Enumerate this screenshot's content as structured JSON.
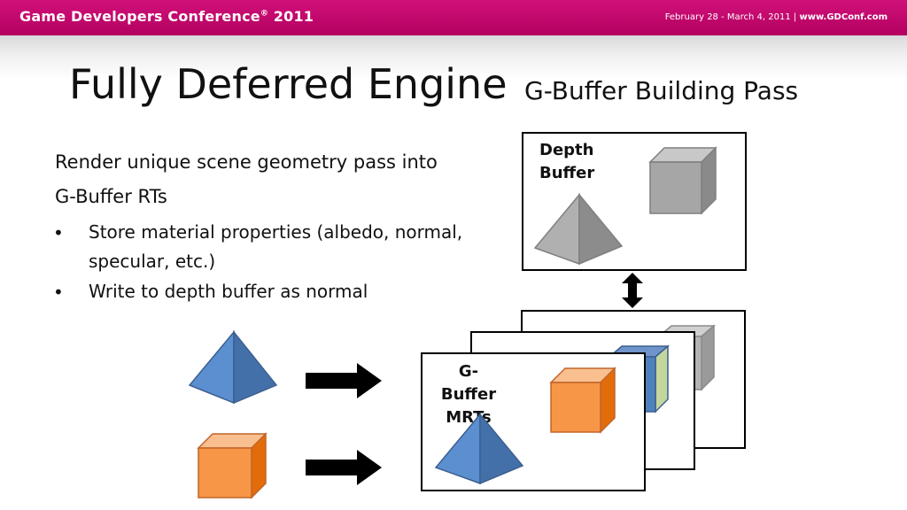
{
  "header": {
    "conference": "Game Developers Conference",
    "registered_mark": "®",
    "year": "2011",
    "dates": "February 28 - March 4, 2011",
    "separator": "|",
    "url": "www.GDConf.com"
  },
  "slide": {
    "title": "Fully Deferred Engine",
    "subtitle": "G-Buffer Building Pass"
  },
  "body": {
    "line1": "Render unique scene geometry pass into",
    "line2": "G-Buffer RTs",
    "bullets": [
      {
        "marker": "•",
        "line1": "Store material properties (albedo, normal,",
        "line2": "specular, etc.)"
      },
      {
        "marker": "•",
        "line1": "Write to depth buffer as normal"
      }
    ]
  },
  "diagram": {
    "depth_label_1": "Depth",
    "depth_label_2": "Buffer",
    "gbuffer_label_1": "G-Buffer",
    "gbuffer_label_2": "MRTs"
  },
  "colors": {
    "header_magenta": "#c2006b",
    "pyramid_blue": "#4f81bd",
    "cube_orange": "#f79646",
    "cube_gray": "#a6a6a6",
    "cube_green": "#c3d69b"
  }
}
